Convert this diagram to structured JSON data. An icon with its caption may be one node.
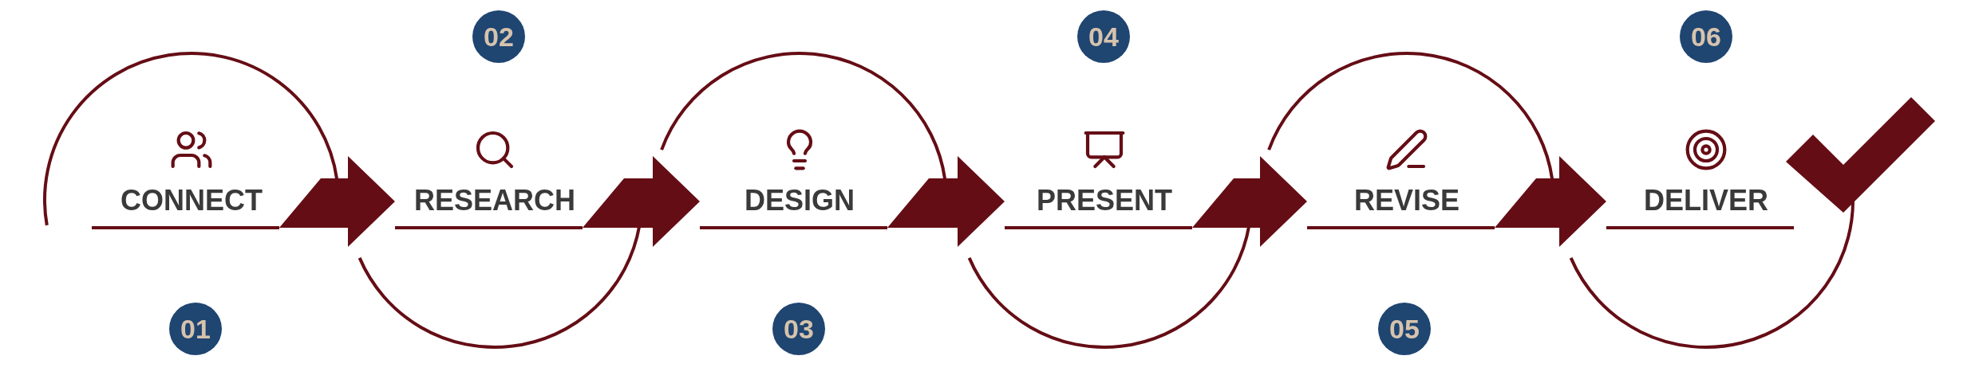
{
  "diagram": {
    "nodes": [
      {
        "text": [
          "CONNECT"
        ]
      },
      {
        "text": [
          "RESEARCH"
        ]
      },
      {
        "text": [
          "DESIGN"
        ]
      },
      {
        "text": [
          "PRESENT"
        ]
      },
      {
        "text": [
          "REVISE"
        ]
      },
      {
        "text": [
          "DELIVER"
        ]
      },
      {
        "text": [
          "01"
        ]
      },
      {
        "text": [
          "02"
        ]
      },
      {
        "text": [
          "03"
        ]
      },
      {
        "text": [
          "04"
        ]
      },
      {
        "text": [
          "05"
        ]
      },
      {
        "text": [
          "06"
        ]
      }
    ],
    "edges": [
      {
        "from": 0,
        "to": 1,
        "arrow": "to"
      },
      {
        "from": 1,
        "to": 2,
        "arrow": "to"
      },
      {
        "from": 2,
        "to": 3,
        "arrow": "to"
      },
      {
        "from": 3,
        "to": 4,
        "arrow": "to"
      },
      {
        "from": 4,
        "to": 5,
        "arrow": "to"
      }
    ]
  }
}
